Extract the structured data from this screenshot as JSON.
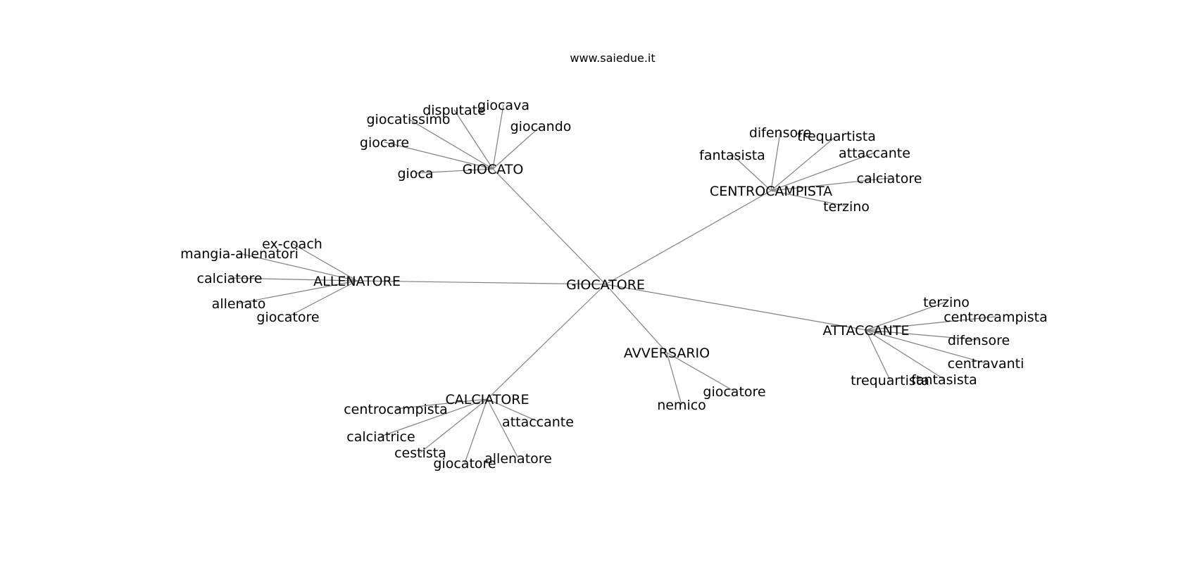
{
  "watermark": "www.saiedue.it",
  "graph": {
    "center": {
      "id": "giocatore_center",
      "label": "GIOCATORE"
    },
    "hubs": [
      {
        "id": "giocato",
        "label": "GIOCATO",
        "leaves": [
          "gioca",
          "giocare",
          "giocatissimo",
          "disputate",
          "giocava",
          "giocando"
        ]
      },
      {
        "id": "centrocampista_hub",
        "label": "CENTROCAMPISTA",
        "leaves": [
          "fantasista",
          "difensore",
          "trequartista",
          "attaccante",
          "calciatore",
          "terzino"
        ]
      },
      {
        "id": "allenatore_hub",
        "label": "ALLENATORE",
        "leaves": [
          "ex-coach",
          "mangia-allenatori",
          "calciatore",
          "allenato",
          "giocatore"
        ]
      },
      {
        "id": "attaccante_hub",
        "label": "ATTACCANTE",
        "leaves": [
          "terzino",
          "centrocampista",
          "difensore",
          "centravanti",
          "fantasista",
          "trequartista"
        ]
      },
      {
        "id": "avversario_hub",
        "label": "AVVERSARIO",
        "leaves": [
          "nemico",
          "giocatore"
        ]
      },
      {
        "id": "calciatore_hub",
        "label": "CALCIATORE",
        "leaves": [
          "centrocampista",
          "calciatrice",
          "cestista",
          "giocatore",
          "allenatore",
          "attaccante"
        ]
      }
    ]
  }
}
